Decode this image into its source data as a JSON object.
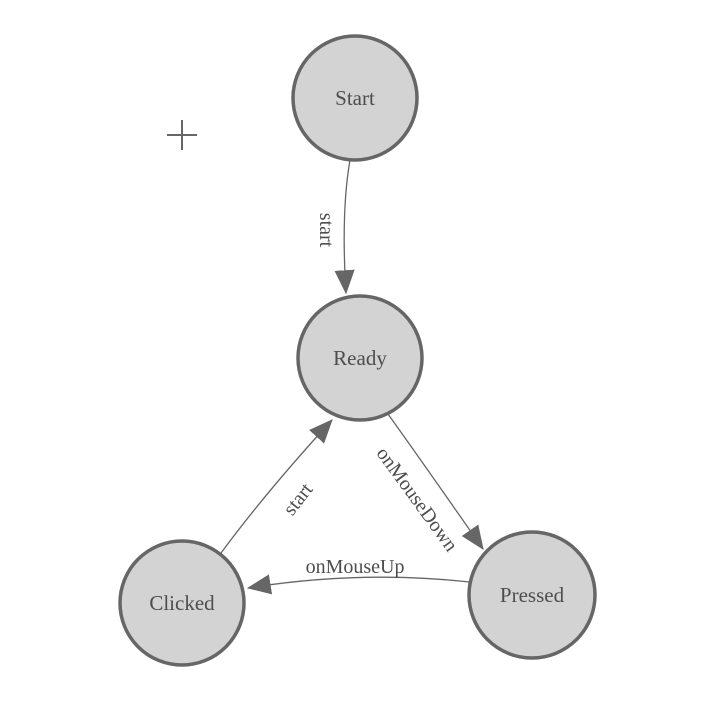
{
  "diagram": {
    "type": "state-machine",
    "nodes": [
      {
        "id": "start",
        "label": "Start"
      },
      {
        "id": "ready",
        "label": "Ready"
      },
      {
        "id": "clicked",
        "label": "Clicked"
      },
      {
        "id": "pressed",
        "label": "Pressed"
      }
    ],
    "edges": [
      {
        "from": "Start",
        "to": "Ready",
        "label": "start"
      },
      {
        "from": "Clicked",
        "to": "Ready",
        "label": "start"
      },
      {
        "from": "Ready",
        "to": "Pressed",
        "label": "onMouseDown"
      },
      {
        "from": "Pressed",
        "to": "Clicked",
        "label": "onMouseUp"
      }
    ],
    "colors": {
      "background": "#ffffff",
      "node_fill": "#d3d3d3",
      "node_stroke": "#666666",
      "edge": "#666666",
      "text": "#4d4d4d"
    }
  }
}
